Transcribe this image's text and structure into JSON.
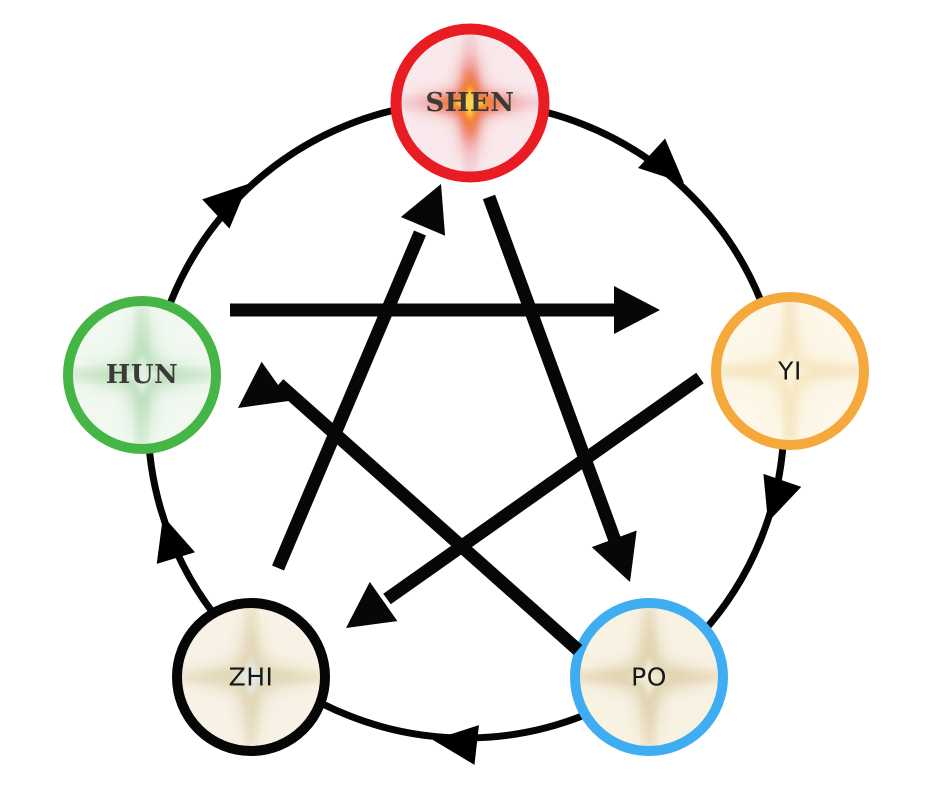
{
  "diagram": {
    "kind": "five-spirits-cycle",
    "background": "#ffffff",
    "line_color": "#070707",
    "nodes": [
      {
        "id": "shen",
        "label": "SHEN",
        "position": "top",
        "colors": {
          "ring": "#ea1c23",
          "base": "#f9e9ec",
          "rays": "#f0cbd1",
          "glow": "#f0a2a0",
          "star_mid": "#ee5a3a",
          "star_inner": "#f68b1f",
          "core": "#ffd44d"
        }
      },
      {
        "id": "yi",
        "label": "YI",
        "position": "right",
        "colors": {
          "ring": "#f5a93d",
          "base": "#fdf7e9",
          "rays": "#f2e1ba",
          "glow": "#f6e6bd",
          "core": "#fbf2da"
        }
      },
      {
        "id": "po",
        "label": "PO",
        "position": "bottom-right",
        "colors": {
          "ring": "#3fadf2",
          "base": "#f8f2e3",
          "rays": "#e6d9b8",
          "glow": "#ddcea7",
          "core": "#f1ebd8"
        }
      },
      {
        "id": "zhi",
        "label": "ZHI",
        "position": "bottom-left",
        "colors": {
          "ring": "#060606",
          "base": "#f7f2e5",
          "rays": "#e9dec1",
          "glow": "#ded1ae",
          "core": "#e3ebe3"
        }
      },
      {
        "id": "hun",
        "label": "HUN",
        "position": "left",
        "colors": {
          "ring": "#45b545",
          "base": "#f0f8f0",
          "rays": "#cbe7cb",
          "glow": "#b6dcb6",
          "core": "#e3f2e3"
        }
      }
    ],
    "outer_cycle": {
      "direction": "clockwise",
      "sequence": [
        "SHEN",
        "YI",
        "PO",
        "ZHI",
        "HUN",
        "SHEN"
      ]
    },
    "inner_arrows": [
      {
        "from": "HUN",
        "to": "YI"
      },
      {
        "from": "SHEN",
        "to": "PO"
      },
      {
        "from": "YI",
        "to": "ZHI"
      },
      {
        "from": "PO",
        "to": "HUN"
      },
      {
        "from": "ZHI",
        "to": "SHEN"
      }
    ]
  }
}
